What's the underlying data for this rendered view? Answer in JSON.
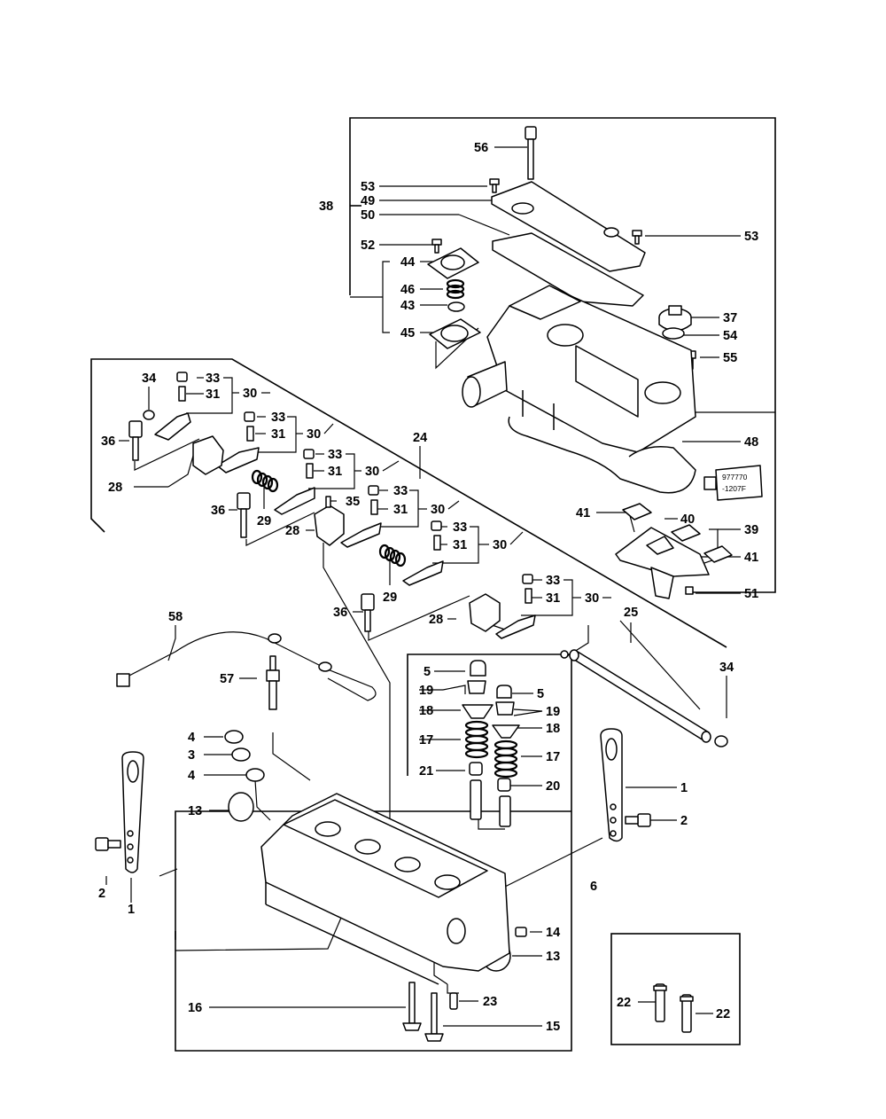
{
  "sealant_tube": {
    "line1": "977770",
    "line2": "-1207F"
  },
  "callouts": [
    {
      "id": "c56",
      "text": "56"
    },
    {
      "id": "c53a",
      "text": "53"
    },
    {
      "id": "c49",
      "text": "49"
    },
    {
      "id": "c38",
      "text": "38"
    },
    {
      "id": "c50",
      "text": "50"
    },
    {
      "id": "c53b",
      "text": "53"
    },
    {
      "id": "c52",
      "text": "52"
    },
    {
      "id": "c44",
      "text": "44"
    },
    {
      "id": "c46",
      "text": "46"
    },
    {
      "id": "c43",
      "text": "43"
    },
    {
      "id": "c45",
      "text": "45"
    },
    {
      "id": "c37",
      "text": "37"
    },
    {
      "id": "c54",
      "text": "54"
    },
    {
      "id": "c55",
      "text": "55"
    },
    {
      "id": "c48",
      "text": "48"
    },
    {
      "id": "c34a",
      "text": "34"
    },
    {
      "id": "c33a",
      "text": "33"
    },
    {
      "id": "c31a",
      "text": "31"
    },
    {
      "id": "c30a",
      "text": "30"
    },
    {
      "id": "c36a",
      "text": "36"
    },
    {
      "id": "c33b",
      "text": "33"
    },
    {
      "id": "c31b",
      "text": "31"
    },
    {
      "id": "c30b",
      "text": "30"
    },
    {
      "id": "c24",
      "text": "24"
    },
    {
      "id": "c28a",
      "text": "28"
    },
    {
      "id": "c33c",
      "text": "33"
    },
    {
      "id": "c31c",
      "text": "31"
    },
    {
      "id": "c30c",
      "text": "30"
    },
    {
      "id": "c36b",
      "text": "36"
    },
    {
      "id": "c29a",
      "text": "29"
    },
    {
      "id": "c35",
      "text": "35"
    },
    {
      "id": "c33d",
      "text": "33"
    },
    {
      "id": "c31d",
      "text": "31"
    },
    {
      "id": "c30d",
      "text": "30"
    },
    {
      "id": "c28b",
      "text": "28"
    },
    {
      "id": "c33e",
      "text": "33"
    },
    {
      "id": "c31e",
      "text": "31"
    },
    {
      "id": "c30e",
      "text": "30"
    },
    {
      "id": "c29b",
      "text": "29"
    },
    {
      "id": "c41a",
      "text": "41"
    },
    {
      "id": "c40",
      "text": "40"
    },
    {
      "id": "c39",
      "text": "39"
    },
    {
      "id": "c41b",
      "text": "41"
    },
    {
      "id": "c51",
      "text": "51"
    },
    {
      "id": "c33f",
      "text": "33"
    },
    {
      "id": "c31f",
      "text": "31"
    },
    {
      "id": "c30f",
      "text": "30"
    },
    {
      "id": "c36c",
      "text": "36"
    },
    {
      "id": "c28c",
      "text": "28"
    },
    {
      "id": "c25",
      "text": "25"
    },
    {
      "id": "c58",
      "text": "58"
    },
    {
      "id": "c34b",
      "text": "34"
    },
    {
      "id": "c57",
      "text": "57"
    },
    {
      "id": "c5a",
      "text": "5"
    },
    {
      "id": "c19a",
      "text": "19"
    },
    {
      "id": "c5b",
      "text": "5"
    },
    {
      "id": "c18a",
      "text": "18"
    },
    {
      "id": "c19b",
      "text": "19"
    },
    {
      "id": "c18b",
      "text": "18"
    },
    {
      "id": "c17a",
      "text": "17"
    },
    {
      "id": "c17b",
      "text": "17"
    },
    {
      "id": "c21",
      "text": "21"
    },
    {
      "id": "c20",
      "text": "20"
    },
    {
      "id": "c4a",
      "text": "4"
    },
    {
      "id": "c3",
      "text": "3"
    },
    {
      "id": "c4b",
      "text": "4"
    },
    {
      "id": "c13a",
      "text": "13"
    },
    {
      "id": "c1a",
      "text": "1"
    },
    {
      "id": "c2a",
      "text": "2"
    },
    {
      "id": "c2b",
      "text": "2"
    },
    {
      "id": "c1b",
      "text": "1"
    },
    {
      "id": "c6",
      "text": "6"
    },
    {
      "id": "c14",
      "text": "14"
    },
    {
      "id": "c13b",
      "text": "13"
    },
    {
      "id": "c23",
      "text": "23"
    },
    {
      "id": "c16",
      "text": "16"
    },
    {
      "id": "c15",
      "text": "15"
    },
    {
      "id": "c22a",
      "text": "22"
    },
    {
      "id": "c22b",
      "text": "22"
    }
  ]
}
